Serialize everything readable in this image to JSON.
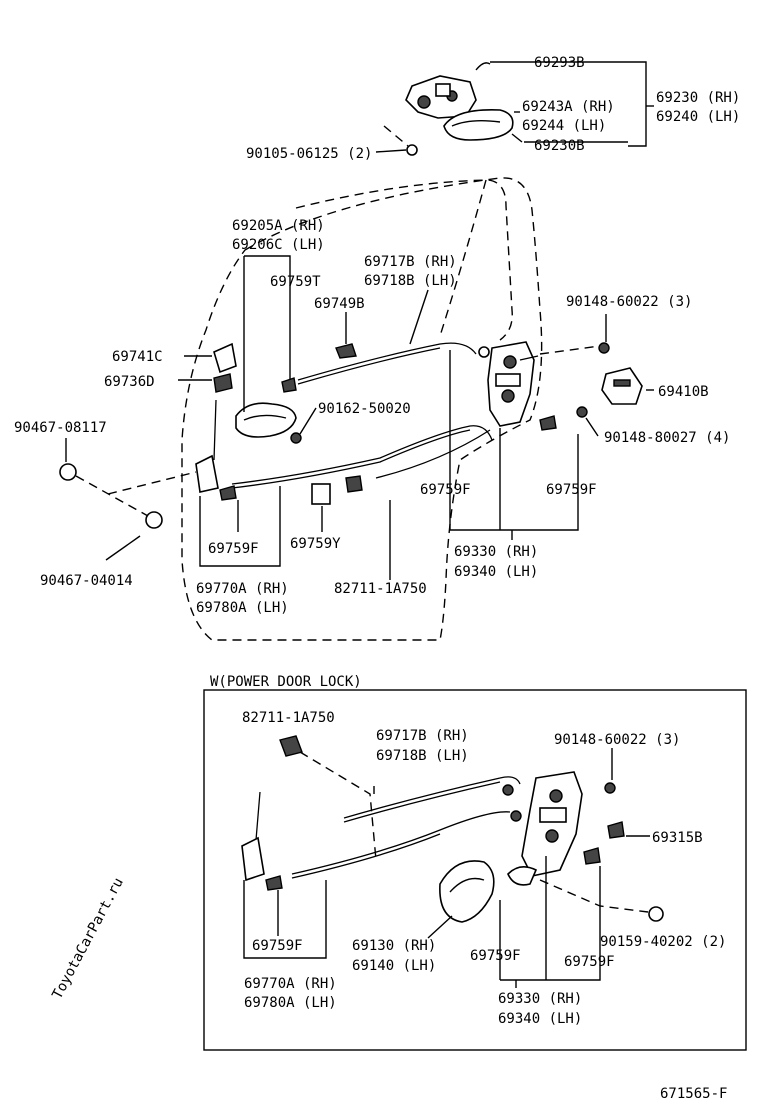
{
  "watermark": "ToyotaCarPart.ru",
  "drawing_number": "671565-F",
  "inset_title": "W(POWER DOOR LOCK)",
  "upper": {
    "p69293B": "69293B",
    "p69230rh": "69230 (RH)",
    "p69240lh": "69240 (LH)",
    "p69243A": "69243A (RH)",
    "p69244": "69244  (LH)",
    "p69230B": "69230B",
    "p90105": "90105-06125 (2)",
    "p69205A": "69205A (RH)",
    "p69206C": "69206C (LH)",
    "p69759T": "69759T",
    "p69717B": "69717B (RH)",
    "p69718B": "69718B (LH)",
    "p69749B": "69749B",
    "p90148a": "90148-60022 (3)",
    "p69741C": "69741C",
    "p69736D": "69736D",
    "p69410B": "69410B",
    "p90467a": "90467-08117",
    "p90162": "90162-50020",
    "p90148b": "90148-80027 (4)",
    "p69759F_mid": "69759F",
    "p69759F_right": "69759F",
    "p69759F_left": "69759F",
    "p69759Y": "69759Y",
    "p69330rh": "69330 (RH)",
    "p69340lh": "69340 (LH)",
    "p90467b": "90467-04014",
    "p69770A": "69770A (RH)",
    "p69780A": "69780A (LH)",
    "p82711": "82711-1A750"
  },
  "lower": {
    "p82711": "82711-1A750",
    "p69717B": "69717B (RH)",
    "p69718B": "69718B (LH)",
    "p90148": "90148-60022 (3)",
    "p69315B": "69315B",
    "p69759F_left": "69759F",
    "p69130": "69130 (RH)",
    "p69140": "69140 (LH)",
    "p69759F_mid": "69759F",
    "p69759F_right": "69759F",
    "p90159": "90159-40202 (2)",
    "p69770A": "69770A (RH)",
    "p69780A": "69780A (LH)",
    "p69330rh": "69330 (RH)",
    "p69340lh": "69340 (LH)"
  }
}
